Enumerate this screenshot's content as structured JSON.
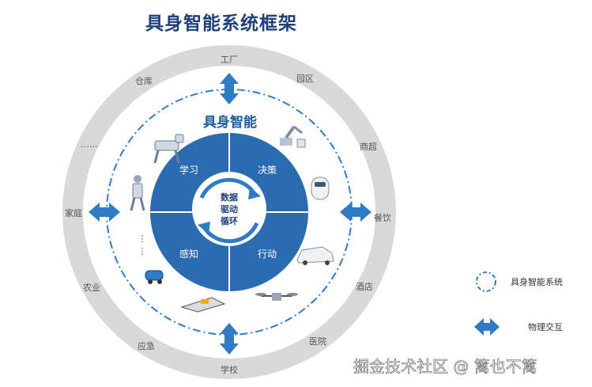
{
  "title": "具身智能系统框架",
  "core_title": "具身智能",
  "quadrants": {
    "learn": "学习",
    "decide": "决策",
    "perceive": "感知",
    "act": "行动"
  },
  "center": {
    "line1": "数据",
    "line2": "驱动",
    "line3": "循环"
  },
  "outer_ring": {
    "factory": "工厂",
    "park": "园区",
    "mall": "商超",
    "dining": "餐饮",
    "hotel": "酒店",
    "hospital": "医院",
    "school": "学校",
    "emergency": "应急",
    "agriculture": "农业",
    "home": "家庭",
    "ellipsis": "……",
    "warehouse": "仓库"
  },
  "inner_ellipsis": {
    "a": "⋮",
    "b": "⋮"
  },
  "legend": {
    "system_label": "具身智能系统",
    "interaction_label": "物理交互"
  },
  "watermark": "掘金技术社区 @ 篱也不篱",
  "colors": {
    "ring": "#d9d9d9",
    "core": "#2b6cb0",
    "arrow": "#2f7bc4",
    "title": "#1f3f7a"
  }
}
